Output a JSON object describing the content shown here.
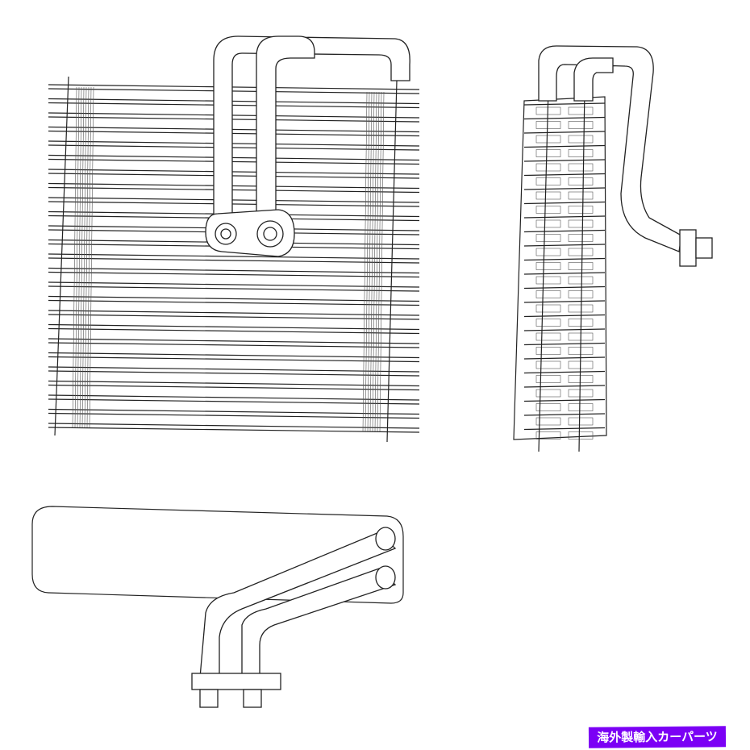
{
  "badge": {
    "text": "海外製輸入カーパーツ",
    "color": "#7b00f5"
  },
  "drawing": {
    "line_color": "#222222",
    "views": [
      "front-view",
      "side-view",
      "top-view"
    ]
  }
}
